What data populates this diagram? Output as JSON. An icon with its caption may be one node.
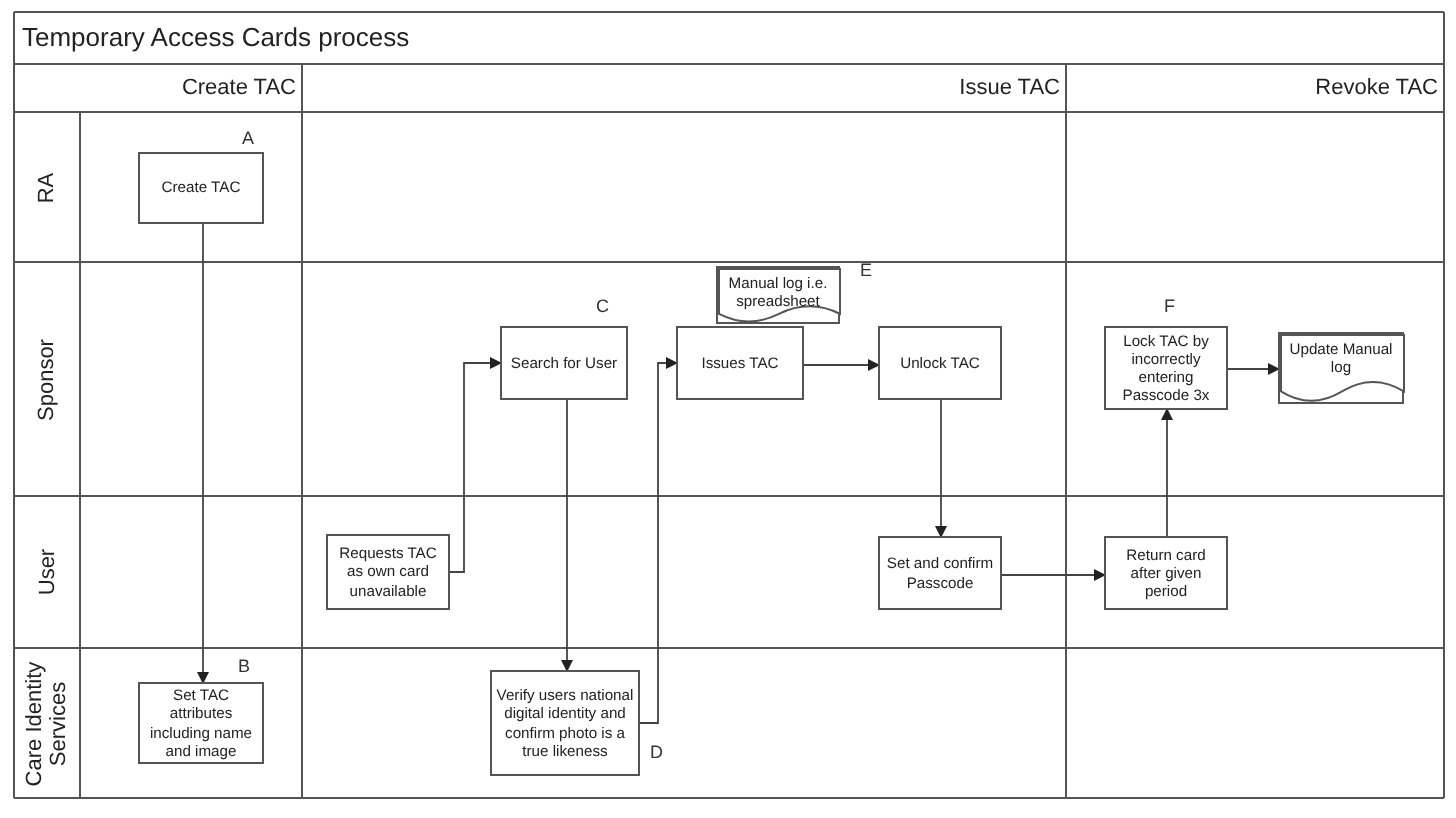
{
  "diagram": {
    "title": "Temporary Access Cards process",
    "nodes": [
      {
        "text": [
          "Create TAC"
        ],
        "beside": [
          "A"
        ]
      },
      {
        "text": [
          "Set TAC attributes including name and image"
        ],
        "beside": [
          "B"
        ]
      },
      {
        "text": [
          "Search for User"
        ],
        "beside": [
          "C"
        ]
      },
      {
        "text": [
          "Issues TAC"
        ]
      },
      {
        "text": [
          "Manual log i.e. spreadsheet"
        ],
        "beside": [
          "E"
        ]
      },
      {
        "text": [
          "Unlock TAC"
        ]
      },
      {
        "text": [
          "Lock TAC by incorrectly entering Passcode 3x"
        ],
        "beside": [
          "F"
        ]
      },
      {
        "text": [
          "Update Manual log"
        ]
      },
      {
        "text": [
          "Requests TAC as own card unavailable"
        ]
      },
      {
        "text": [
          "Set and confirm Passcode"
        ]
      },
      {
        "text": [
          "Return card after given period"
        ]
      },
      {
        "text": [
          "Verify users national digital identity and confirm photo is a true likeness"
        ],
        "beside": [
          "D"
        ]
      }
    ],
    "edges": [
      {
        "from": 0,
        "to": 1,
        "arrow": "to"
      },
      {
        "from": 8,
        "to": 2,
        "arrow": "to"
      },
      {
        "from": 2,
        "to": 11,
        "arrow": "to"
      },
      {
        "from": 11,
        "to": 3,
        "arrow": "to"
      },
      {
        "from": 3,
        "to": 5,
        "arrow": "to"
      },
      {
        "from": 5,
        "to": 9,
        "arrow": "to"
      },
      {
        "from": 9,
        "to": 10,
        "arrow": "to"
      },
      {
        "from": 10,
        "to": 6,
        "arrow": "to"
      },
      {
        "from": 6,
        "to": 7,
        "arrow": "to"
      }
    ],
    "labels": [
      "Create TAC",
      "Issue TAC",
      "Revoke TAC",
      "RA",
      "Sponsor",
      "User",
      "Care Identity Services"
    ]
  }
}
